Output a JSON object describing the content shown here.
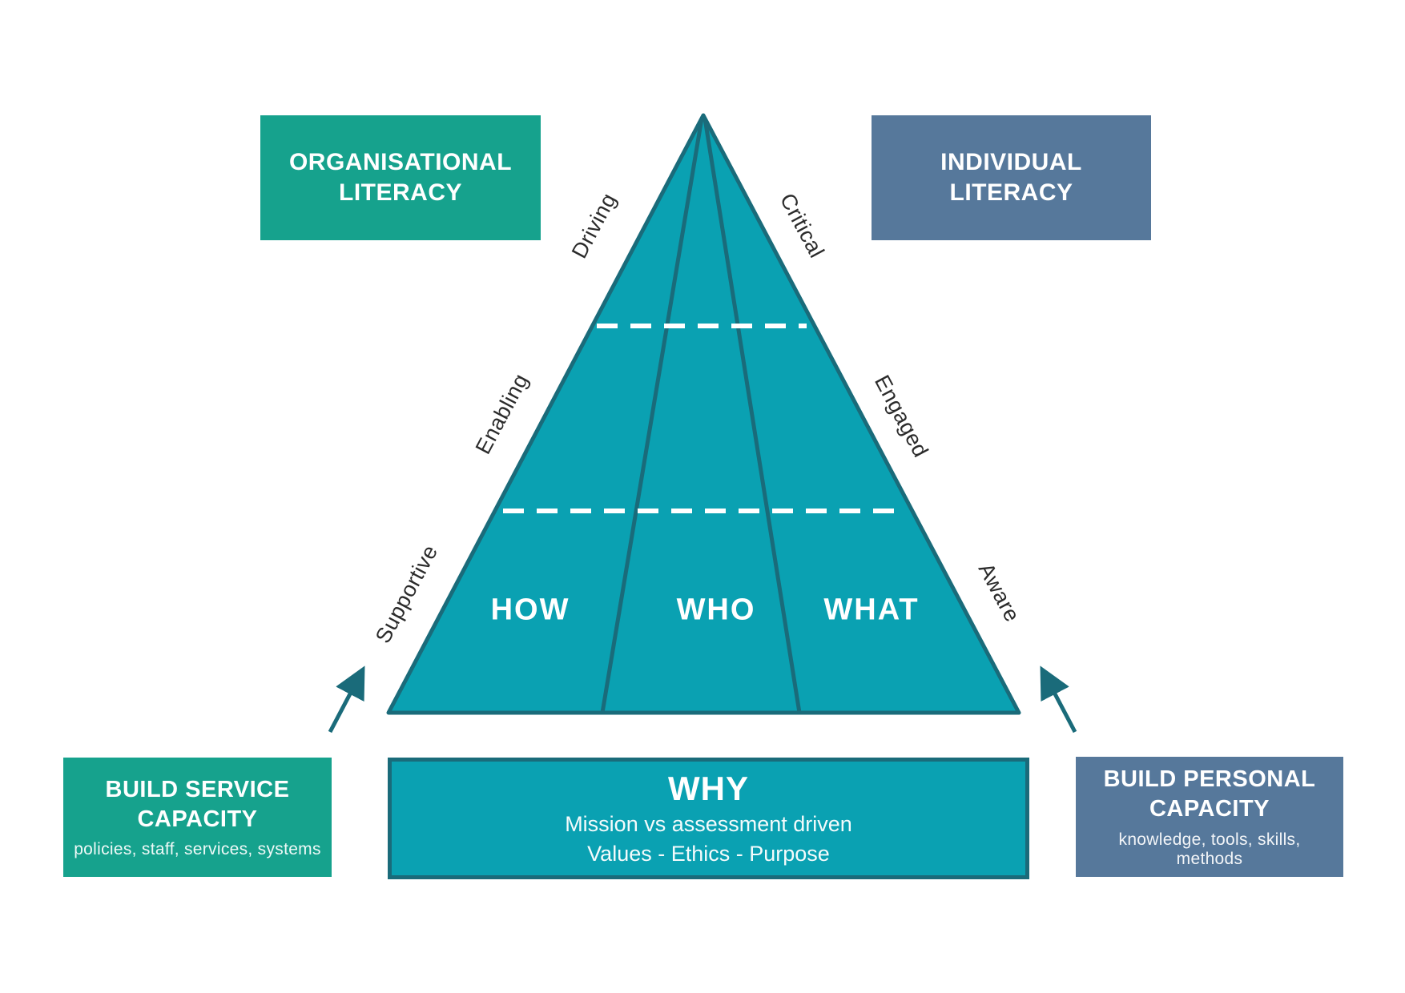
{
  "colors": {
    "pyramid_fill": "#0AA1B2",
    "pyramid_stroke": "#1A6B7A",
    "green_box": "#16A28D",
    "slate_box": "#56789B",
    "edge_label_text": "#2B2B2B",
    "dashed_line": "#FFFFFF",
    "arrow": "#1A6B7A"
  },
  "legend": {
    "organisational": "ORGANISATIONAL LITERACY",
    "individual": "INDIVIDUAL LITERACY"
  },
  "pyramid": {
    "sections": [
      {
        "label": "HOW"
      },
      {
        "label": "WHO"
      },
      {
        "label": "WHAT"
      }
    ],
    "left_levels": [
      {
        "label": "Supportive"
      },
      {
        "label": "Enabling"
      },
      {
        "label": "Driving"
      }
    ],
    "right_levels": [
      {
        "label": "Aware"
      },
      {
        "label": "Engaged"
      },
      {
        "label": "Critical"
      }
    ]
  },
  "why": {
    "title": "WHY",
    "line1": "Mission vs assessment driven",
    "line2": "Values - Ethics - Purpose"
  },
  "build_service": {
    "title": "BUILD SERVICE CAPACITY",
    "subtitle": "policies, staff, services, systems"
  },
  "build_personal": {
    "title": "BUILD PERSONAL CAPACITY",
    "subtitle": "knowledge, tools, skills, methods"
  }
}
